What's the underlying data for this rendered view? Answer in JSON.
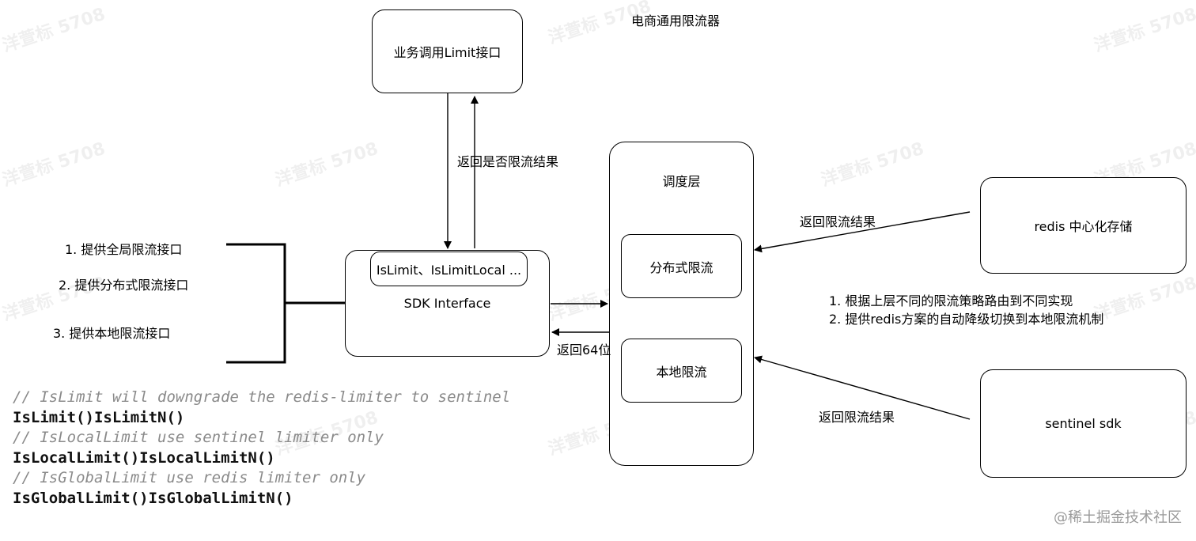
{
  "diagram": {
    "title": "电商通用限流器",
    "nodes": {
      "biz_call": "业务调用Limit接口",
      "sdk_methods": "IsLimit、IsLimitLocal ...",
      "sdk_interface": "SDK Interface",
      "dispatch_layer": "调度层",
      "distributed": "分布式限流",
      "local": "本地限流",
      "redis": "redis 中心化存储",
      "sentinel": "sentinel sdk"
    },
    "edge_labels": {
      "return_is_limited": "返回是否限流结果",
      "return_64": "返回64位",
      "return_from_redis": "返回限流结果",
      "return_from_sentinel": "返回限流结果"
    },
    "left_features": [
      "1. 提供全局限流接口",
      "2. 提供分布式限流接口",
      "3. 提供本地限流接口"
    ],
    "right_notes": [
      "1. 根据上层不同的限流策略路由到不同实现",
      "2. 提供redis方案的自动降级切换到本地限流机制"
    ]
  },
  "code": [
    {
      "kind": "comment",
      "text": "// IsLimit will downgrade the redis-limiter to sentinel"
    },
    {
      "kind": "code",
      "text": "IsLimit()IsLimitN()"
    },
    {
      "kind": "comment",
      "text": "// IsLocalLimit use sentinel limiter only"
    },
    {
      "kind": "code",
      "text": "IsLocalLimit()IsLocalLimitN()"
    },
    {
      "kind": "comment",
      "text": "// IsGlobalLimit use redis limiter only"
    },
    {
      "kind": "code",
      "text": "IsGlobalLimit()IsGlobalLimitN()"
    }
  ],
  "watermark": "洋萱标 5708",
  "site_credit": "@稀土掘金技术社区"
}
